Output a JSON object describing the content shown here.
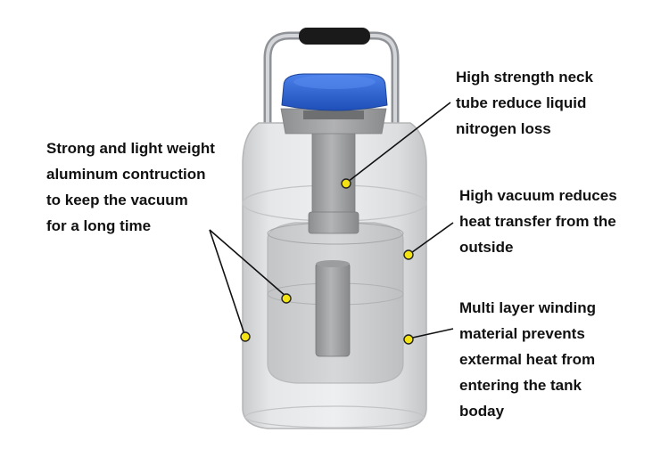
{
  "callouts": {
    "left_frame": [
      "Strong and light weight",
      "aluminum contruction",
      "to keep the vacuum",
      "for a long time"
    ],
    "neck_tube": [
      "High strength neck",
      "tube reduce liquid",
      "nitrogen loss"
    ],
    "vacuum": [
      "High vacuum reduces",
      "heat transfer from the",
      "outside"
    ],
    "multilayer": [
      "Multi layer winding",
      "material prevents",
      "extermal heat from",
      "entering the tank",
      "boday"
    ]
  },
  "colors": {
    "lid": "#2a5fd0",
    "handle": "#b9bcc0",
    "grip": "#1a1a1a",
    "shell": "#d9dadc",
    "marker": "#f3e312",
    "text": "#111111"
  }
}
